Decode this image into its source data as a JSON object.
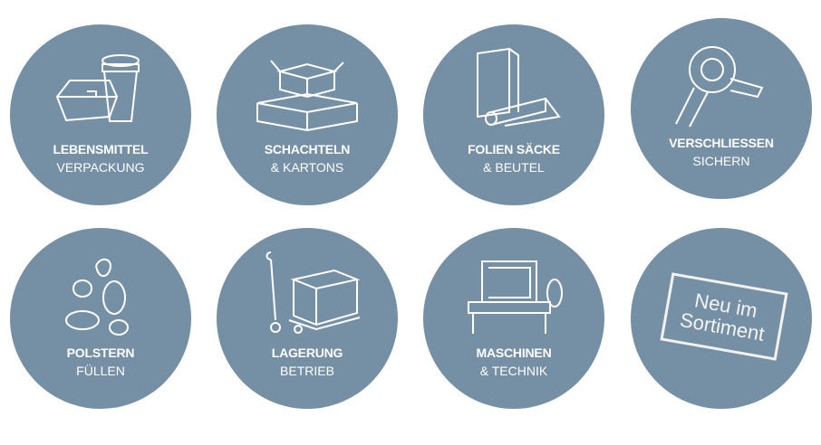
{
  "tiles": [
    {
      "title": "LEBENSMITTEL",
      "subtitle": "VERPACKUNG",
      "icon": "food-packaging-icon"
    },
    {
      "title": "SCHACHTELN",
      "subtitle": "& KARTONS",
      "icon": "cardboard-box-icon"
    },
    {
      "title": "FOLIEN SÄCKE",
      "subtitle": "& BEUTEL",
      "icon": "foil-bag-icon"
    },
    {
      "title": "VERSCHLIESSEN",
      "subtitle": "SICHERN",
      "icon": "tape-dispenser-icon"
    },
    {
      "title": "POLSTERN",
      "subtitle": "FÜLLEN",
      "icon": "packing-peanuts-icon"
    },
    {
      "title": "LAGERUNG",
      "subtitle": "BETRIEB",
      "icon": "pallet-jack-icon"
    },
    {
      "title": "MASCHINEN",
      "subtitle": "& TECHNIK",
      "icon": "strapping-machine-icon"
    }
  ],
  "new_stamp": {
    "line1": "Neu im",
    "line2": "Sortiment"
  },
  "colors": {
    "circle": "#7590a5",
    "text": "#ffffff"
  }
}
